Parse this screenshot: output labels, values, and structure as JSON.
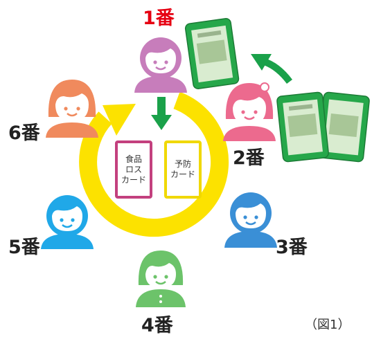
{
  "players": [
    {
      "label": "1番",
      "color": "#c77dbb"
    },
    {
      "label": "2番",
      "color": "#ec6a8e"
    },
    {
      "label": "3番",
      "color": "#3a8fd6"
    },
    {
      "label": "4番",
      "color": "#6cc36a"
    },
    {
      "label": "5番",
      "color": "#20a8e8"
    },
    {
      "label": "6番",
      "color": "#f08a5d"
    }
  ],
  "cards": {
    "food_loss": "食品\nロス\nカード",
    "prevention": "予防\nカード"
  },
  "caption": "（図1）",
  "colors": {
    "ring": "#fce200",
    "green_arrow": "#1aa14a",
    "card_back": "#26a74a"
  }
}
